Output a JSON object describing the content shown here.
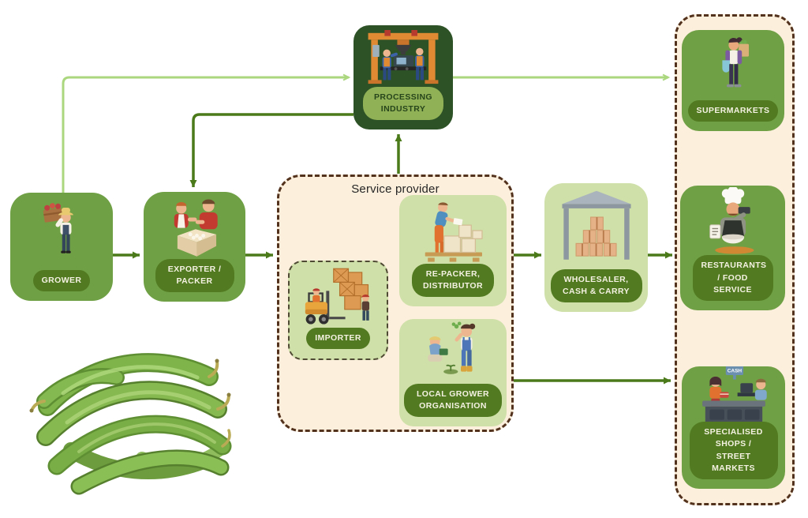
{
  "groups": {
    "service_provider": {
      "title": "Service provider"
    },
    "market_channels": {
      "title": ""
    }
  },
  "nodes": {
    "grower": {
      "label": "GROWER"
    },
    "exporter_packer": {
      "label": "EXPORTER / PACKER"
    },
    "processing_industry": {
      "label": "PROCESSING INDUSTRY"
    },
    "importer": {
      "label": "IMPORTER"
    },
    "re_packer_distributor": {
      "label": "RE-PACKER, DISTRIBUTOR"
    },
    "local_grower_organisation": {
      "label": "LOCAL GROWER ORGANISATION"
    },
    "wholesaler_cash_carry": {
      "label": "WHOLESALER, CASH & CARRY"
    },
    "supermarkets": {
      "label": "SUPERMARKETS"
    },
    "restaurants_food_service": {
      "label": "RESTAURANTS / FOOD SERVICE"
    },
    "specialised_shops_street_markets": {
      "label": "SPECIALISED SHOPS / STREET MARKETS"
    }
  },
  "signs": {
    "cash_register_sign": "CASH"
  },
  "edges": [
    {
      "from": "GROWER",
      "to": "PROCESSING INDUSTRY",
      "color": "light-green"
    },
    {
      "from": "PROCESSING INDUSTRY",
      "to": "EXPORTER / PACKER",
      "color": "dark-green"
    },
    {
      "from": "GROWER",
      "to": "EXPORTER / PACKER",
      "color": "dark-green"
    },
    {
      "from": "EXPORTER / PACKER",
      "to": "Service provider",
      "color": "dark-green"
    },
    {
      "from": "Service provider",
      "to": "PROCESSING INDUSTRY",
      "color": "dark-green"
    },
    {
      "from": "PROCESSING INDUSTRY",
      "to": "SUPERMARKETS",
      "color": "light-green"
    },
    {
      "from": "Service provider",
      "to": "WHOLESALER, CASH & CARRY",
      "color": "dark-green"
    },
    {
      "from": "WHOLESALER, CASH & CARRY",
      "to": "RESTAURANTS / FOOD SERVICE",
      "color": "dark-green"
    },
    {
      "from": "Service provider",
      "to": "SPECIALISED SHOPS / STREET MARKETS",
      "color": "dark-green"
    }
  ],
  "colors": {
    "box_green": "#70a045",
    "box_dark_green": "#2d5226",
    "box_light_green": "#cfe0a8",
    "panel_beige": "#fcefdc",
    "border_brown": "#53321d",
    "pill_dark_green": "#527b21",
    "pill_light_green": "#90b156",
    "arrow_dark": "#4b7a1b",
    "arrow_light": "#abd77f"
  }
}
